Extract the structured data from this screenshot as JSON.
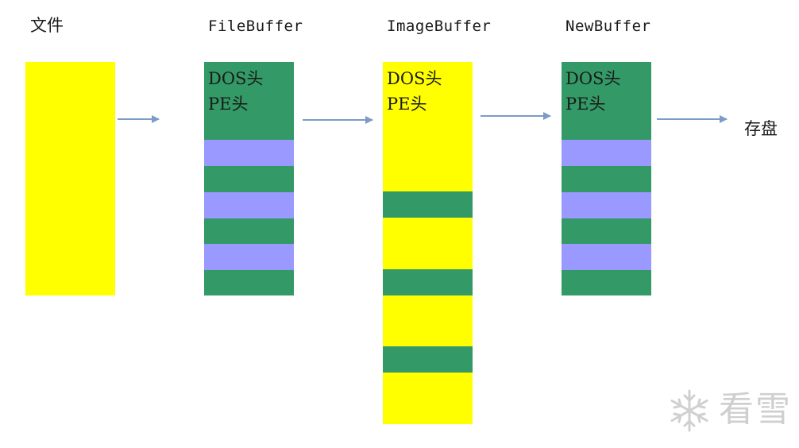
{
  "titles": {
    "file": "文件",
    "file_buffer": "FileBuffer",
    "image_buffer": "ImageBuffer",
    "new_buffer": "NewBuffer",
    "save": "存盘"
  },
  "header_lines": {
    "dos": "DOS头",
    "pe": "PE头"
  },
  "colors": {
    "file_fill": "#ffff00",
    "header_green": "#339966",
    "section_green": "#339966",
    "gap_purple": "#9999ff",
    "alignment_yellow": "#ffff00",
    "arrow": "#7b9cc6"
  },
  "watermark": {
    "logo": "snowflake-icon",
    "text": "看雪"
  }
}
